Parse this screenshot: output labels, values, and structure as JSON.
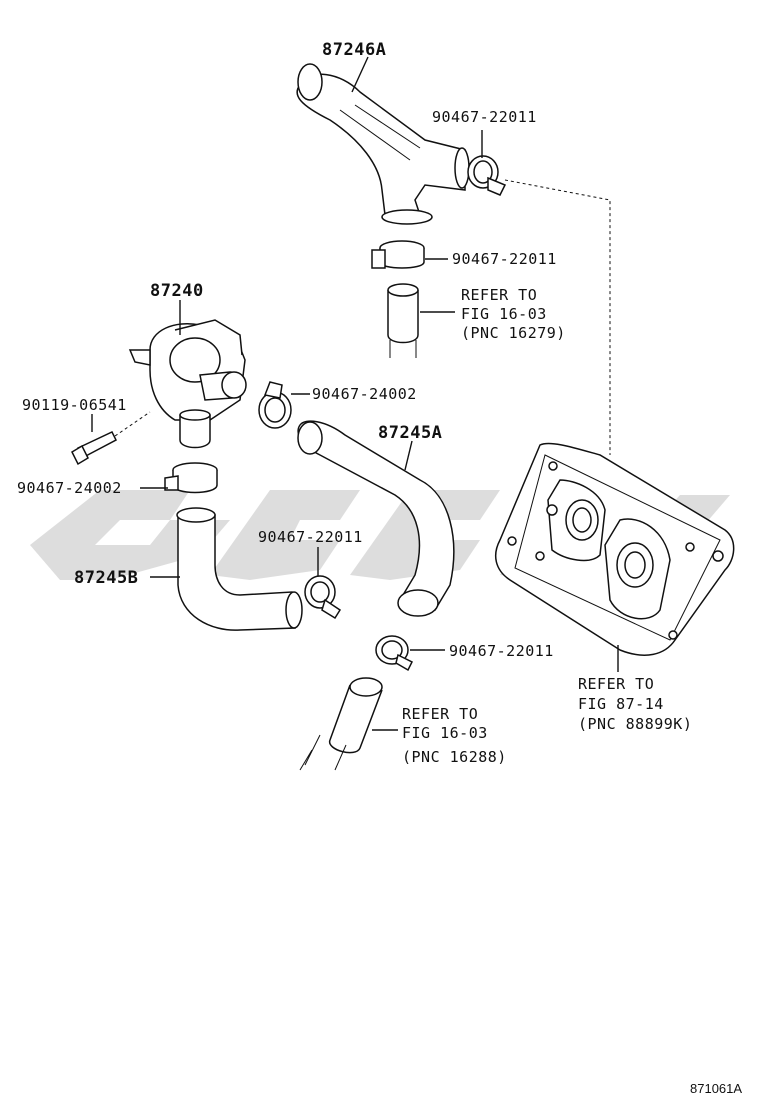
{
  "labels": {
    "hose_upper": "87246A",
    "clamp_upper_right": "90467-22011",
    "clamp_upper_mid": "90467-22011",
    "ref1_line1": "REFER TO",
    "ref1_line2": "FIG 16-03",
    "ref1_line3": "(PNC 16279)",
    "pump": "87240",
    "clamp_pump_outlet": "90467-24002",
    "bolt": "90119-06541",
    "hose_mid": "87245A",
    "clamp_pump_lower": "90467-24002",
    "clamp_lower_mid": "90467-22011",
    "hose_lower": "87245B",
    "clamp_lower_right": "90467-22011",
    "ref2_line1": "REFER TO",
    "ref2_line2": "FIG 16-03",
    "ref2_line3": "(PNC 16288)",
    "ref3_line1": "REFER TO",
    "ref3_line2": "FIG 87-14",
    "ref3_line3": "(PNC 88899K)",
    "figure_id": "871061A"
  },
  "colors": {
    "line": "#111111",
    "watermark": "#cfcfcf",
    "background": "#ffffff"
  }
}
